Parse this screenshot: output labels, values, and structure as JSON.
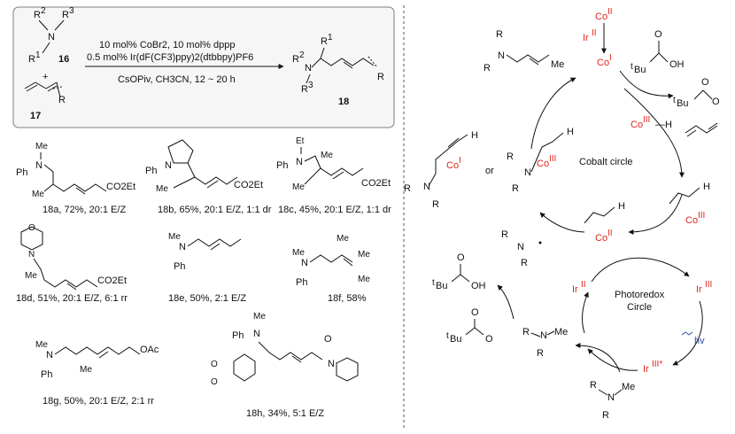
{
  "reaction": {
    "amine_label": "16",
    "diene_label": "17",
    "product_label": "18",
    "sub_R2": "R",
    "sub_R2_sup": "2",
    "sub_R3": "R",
    "sub_R3_sup": "3",
    "sub_R1": "R",
    "sub_R1_sup": "1",
    "plus": "+",
    "conditions_line1": "10 mol% CoBr2, 10 mol% dppp",
    "conditions_line2": "0.5 mol% Ir(dF(CF3)ppy)2(dtbbpy)PF6",
    "conditions_line3": "CsOPiv, CH3CN, 12 ~ 20 h",
    "R": "R",
    "N": "N"
  },
  "products": [
    {
      "id": "18a",
      "caption": "18a, 72%, 20:1 E/Z"
    },
    {
      "id": "18b",
      "caption": "18b, 65%, 20:1 E/Z, 1:1 dr"
    },
    {
      "id": "18c",
      "caption": "18c, 45%, 20:1 E/Z, 1:1 dr"
    },
    {
      "id": "18d",
      "caption": "18d, 51%, 20:1 E/Z, 6:1 rr"
    },
    {
      "id": "18e",
      "caption": "18e, 50%, 2:1 E/Z"
    },
    {
      "id": "18f",
      "caption": "18f, 58%"
    },
    {
      "id": "18g",
      "caption": "18g, 50%, 20:1 E/Z, 2:1 rr"
    },
    {
      "id": "18h",
      "caption": "18h, 34%, 5:1 E/Z"
    }
  ],
  "product_labels": {
    "Me": "Me",
    "Ph": "Ph",
    "N": "N",
    "Et": "Et",
    "O": "O",
    "CO2Et": "CO2Et",
    "OAc": "OAc"
  },
  "mechanism": {
    "cobalt_circle": "Cobalt circle",
    "photoredox_circle_1": "Photoredox",
    "photoredox_circle_2": "Circle",
    "hv": "hv",
    "or": "or",
    "co_ii": "Co",
    "co_ii_sup": "II",
    "co_i": "Co",
    "co_i_sup": "I",
    "co_iii": "Co",
    "co_iii_sup": "III",
    "co_iii_h": "Co",
    "co_iii_h_sup": "III",
    "co_iii_h_suffix": "—H",
    "ir_ii": "Ir",
    "ir_ii_sup": "II",
    "ir_iii": "Ir",
    "ir_iii_sup": "III",
    "ir_iii_star_sup": "III*",
    "tBu": "Bu",
    "t": "t",
    "OH": "OH",
    "O": "O",
    "Me": "Me",
    "R": "R",
    "N": "N",
    "H": "H"
  },
  "colors": {
    "cobalt_red": "#e0241b",
    "hv_blue": "#2f4fa8",
    "box_border": "#7d7d7d",
    "divider": "#555555"
  }
}
